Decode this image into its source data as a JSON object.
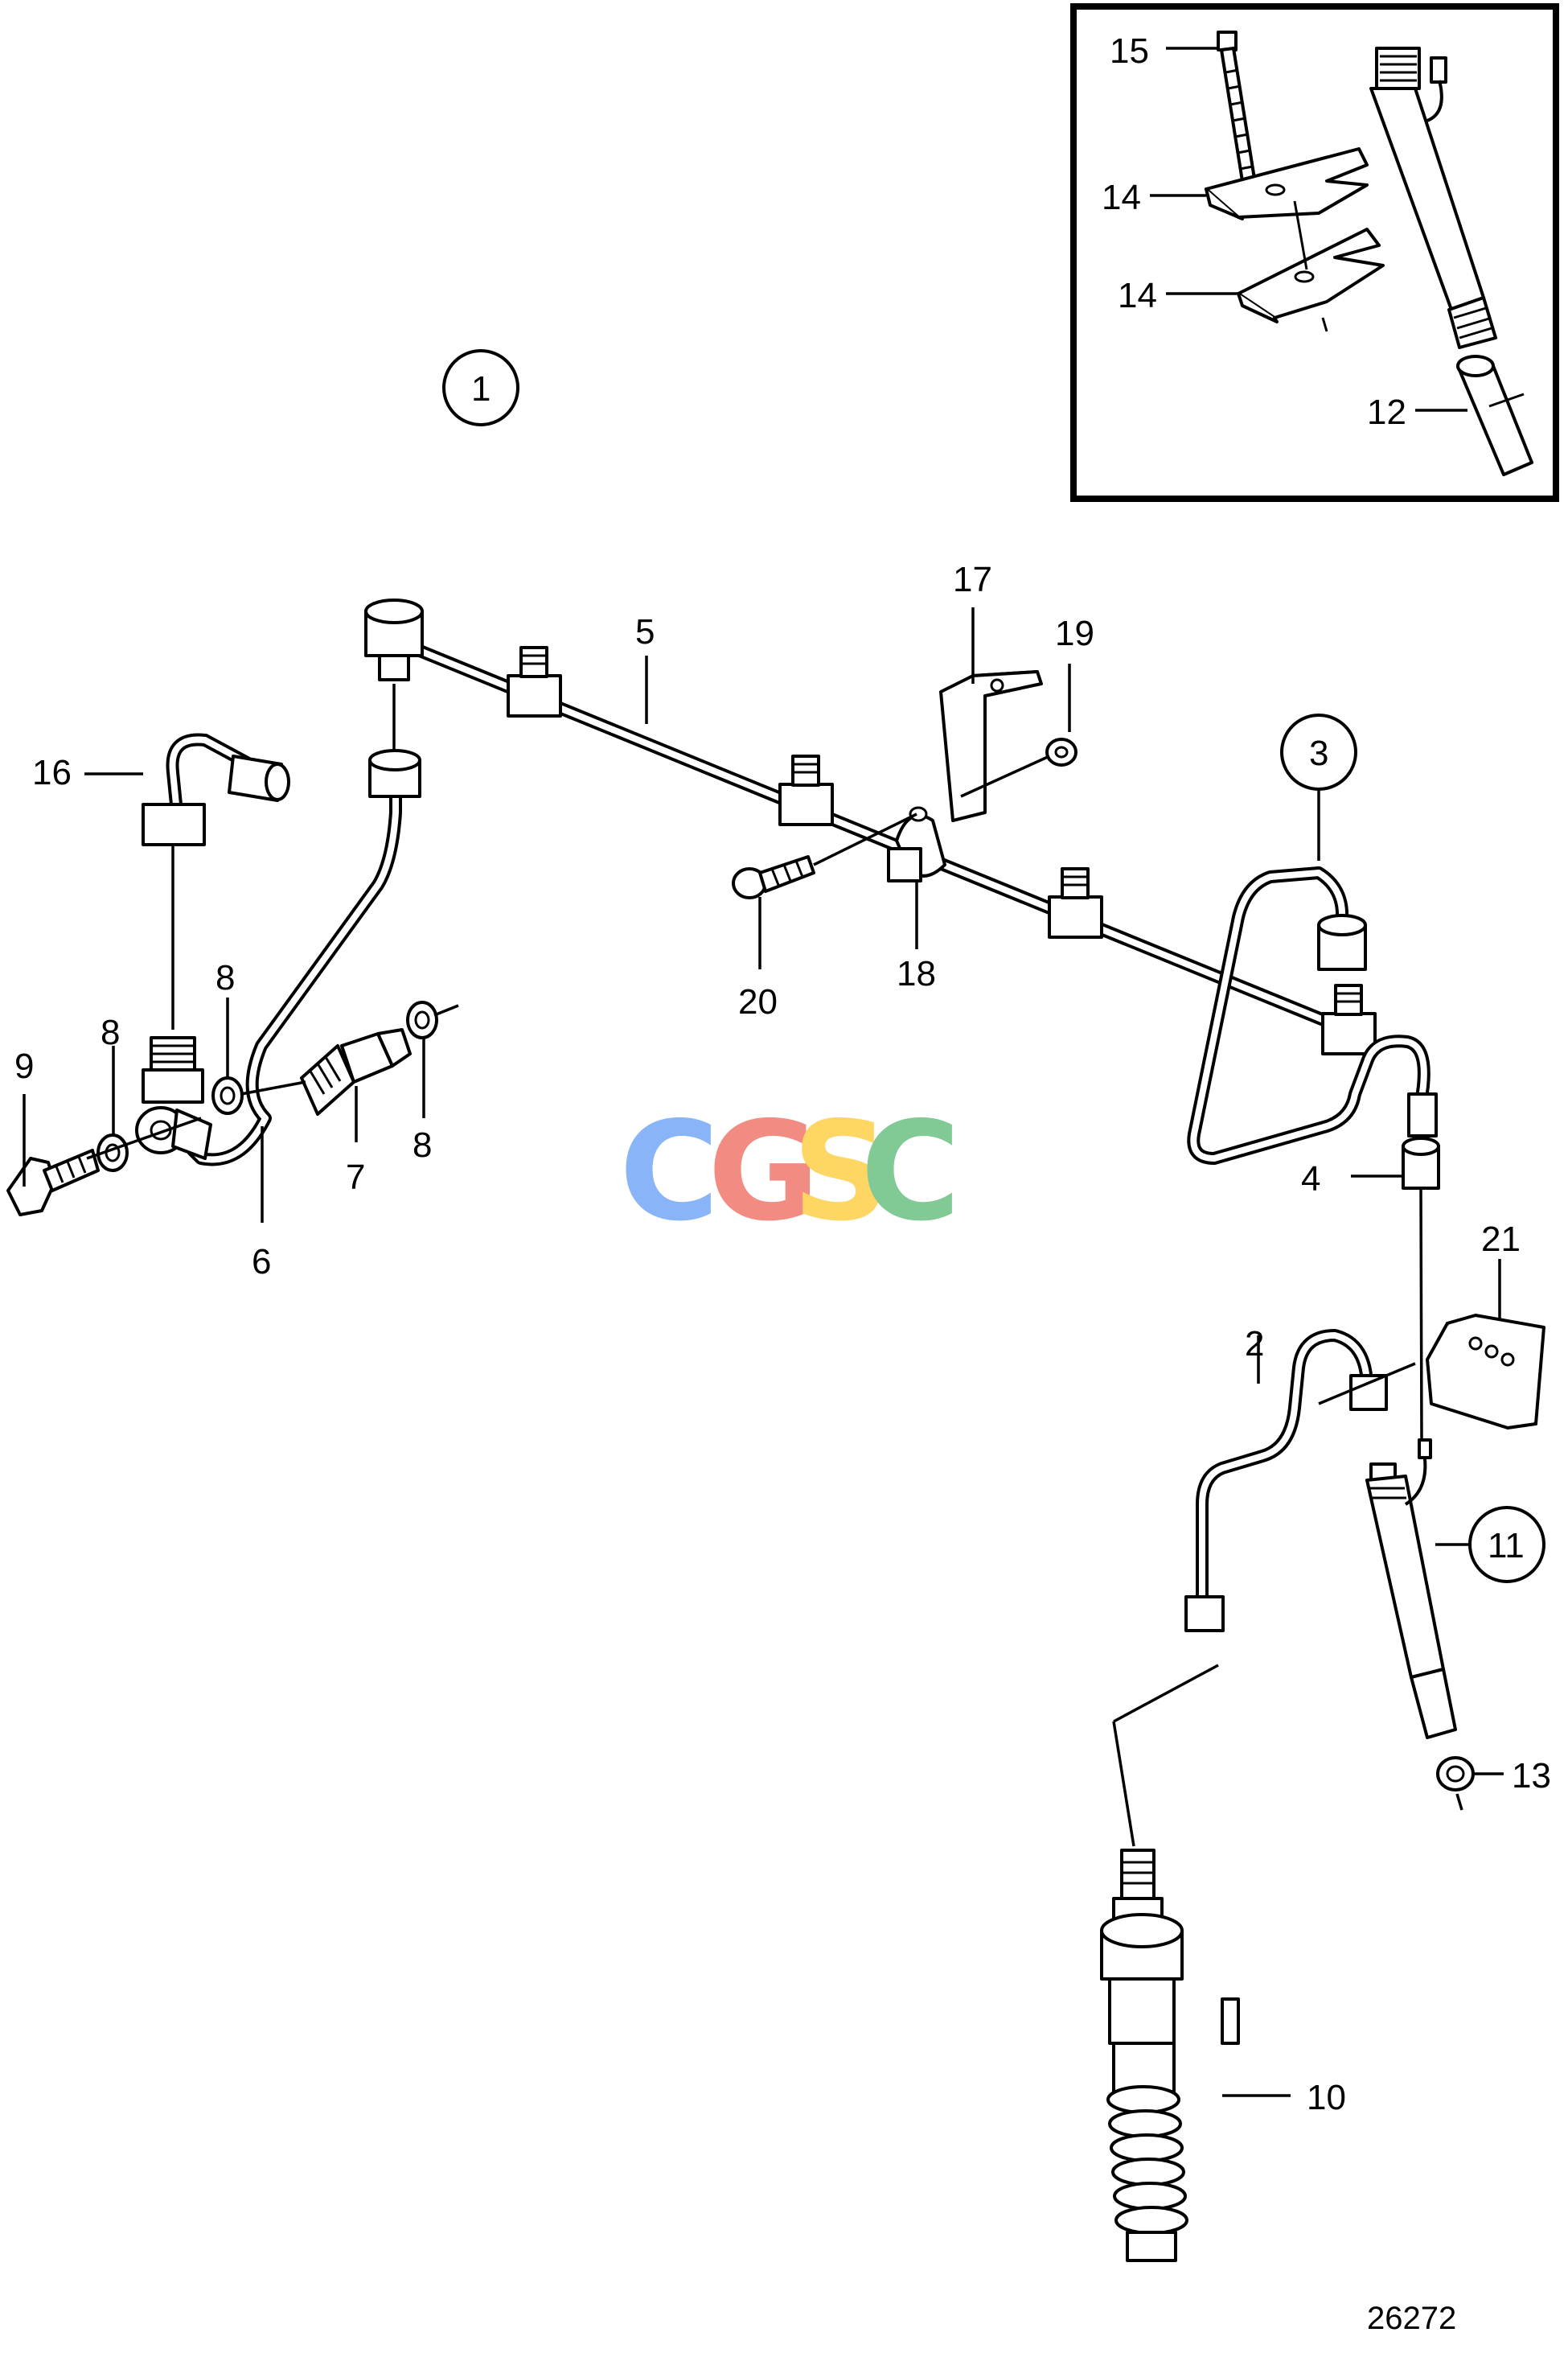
{
  "callouts": {
    "c1": "1",
    "c2": "2",
    "c3": "3",
    "c4": "4",
    "c5": "5",
    "c6": "6",
    "c7": "7",
    "c8a": "8",
    "c8b": "8",
    "c8c": "8",
    "c9": "9",
    "c10": "10",
    "c11": "11",
    "c12": "12",
    "c13": "13",
    "c14a": "14",
    "c14b": "14",
    "c15": "15",
    "c16": "16",
    "c17": "17",
    "c18": "18",
    "c19": "19",
    "c20": "20",
    "c21": "21"
  },
  "watermark": {
    "letters": [
      "C",
      "G",
      "S",
      "C"
    ],
    "colors": [
      "#8ab4f8",
      "#f28b82",
      "#fdd663",
      "#81c995"
    ]
  },
  "reference_number": "26272"
}
